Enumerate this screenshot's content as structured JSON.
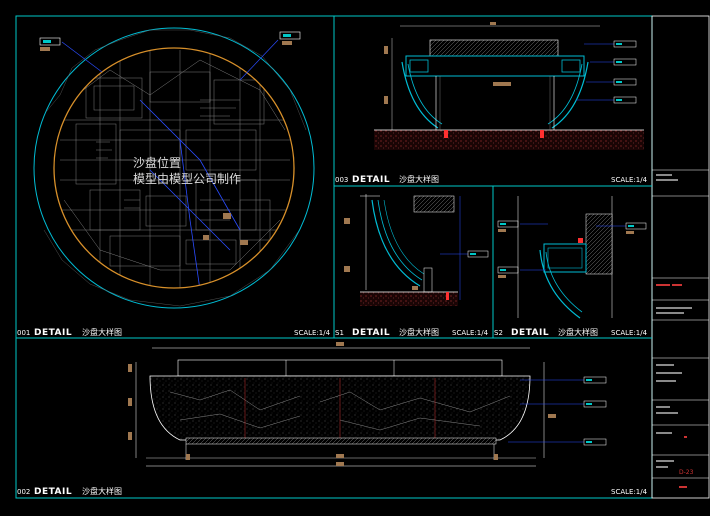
{
  "drawing": {
    "note_line1": "沙盘位置",
    "note_line2": "模型由模型公司制作",
    "sheet_code": "D-23"
  },
  "details": [
    {
      "num": "001",
      "word": "DETAIL",
      "title": "沙盘大样图",
      "scale": "SCALE:1/4"
    },
    {
      "num": "003",
      "word": "DETAIL",
      "title": "沙盘大样图",
      "scale": "SCALE:1/4"
    },
    {
      "num": "S1",
      "word": "DETAIL",
      "title": "沙盘大样图",
      "scale": "SCALE:1/4"
    },
    {
      "num": "S2",
      "word": "DETAIL",
      "title": "沙盘大样图",
      "scale": "SCALE:1/4"
    },
    {
      "num": "002",
      "word": "DETAIL",
      "title": "沙盘大样图",
      "scale": "SCALE:1/4"
    }
  ],
  "colors": {
    "frame": "#00c8c8",
    "linework": "#00bcd4",
    "blue": "#2a4cff",
    "orange": "#d8902a",
    "red": "#ff3030",
    "tag": "#a07850",
    "grey": "#8a8a8a"
  }
}
